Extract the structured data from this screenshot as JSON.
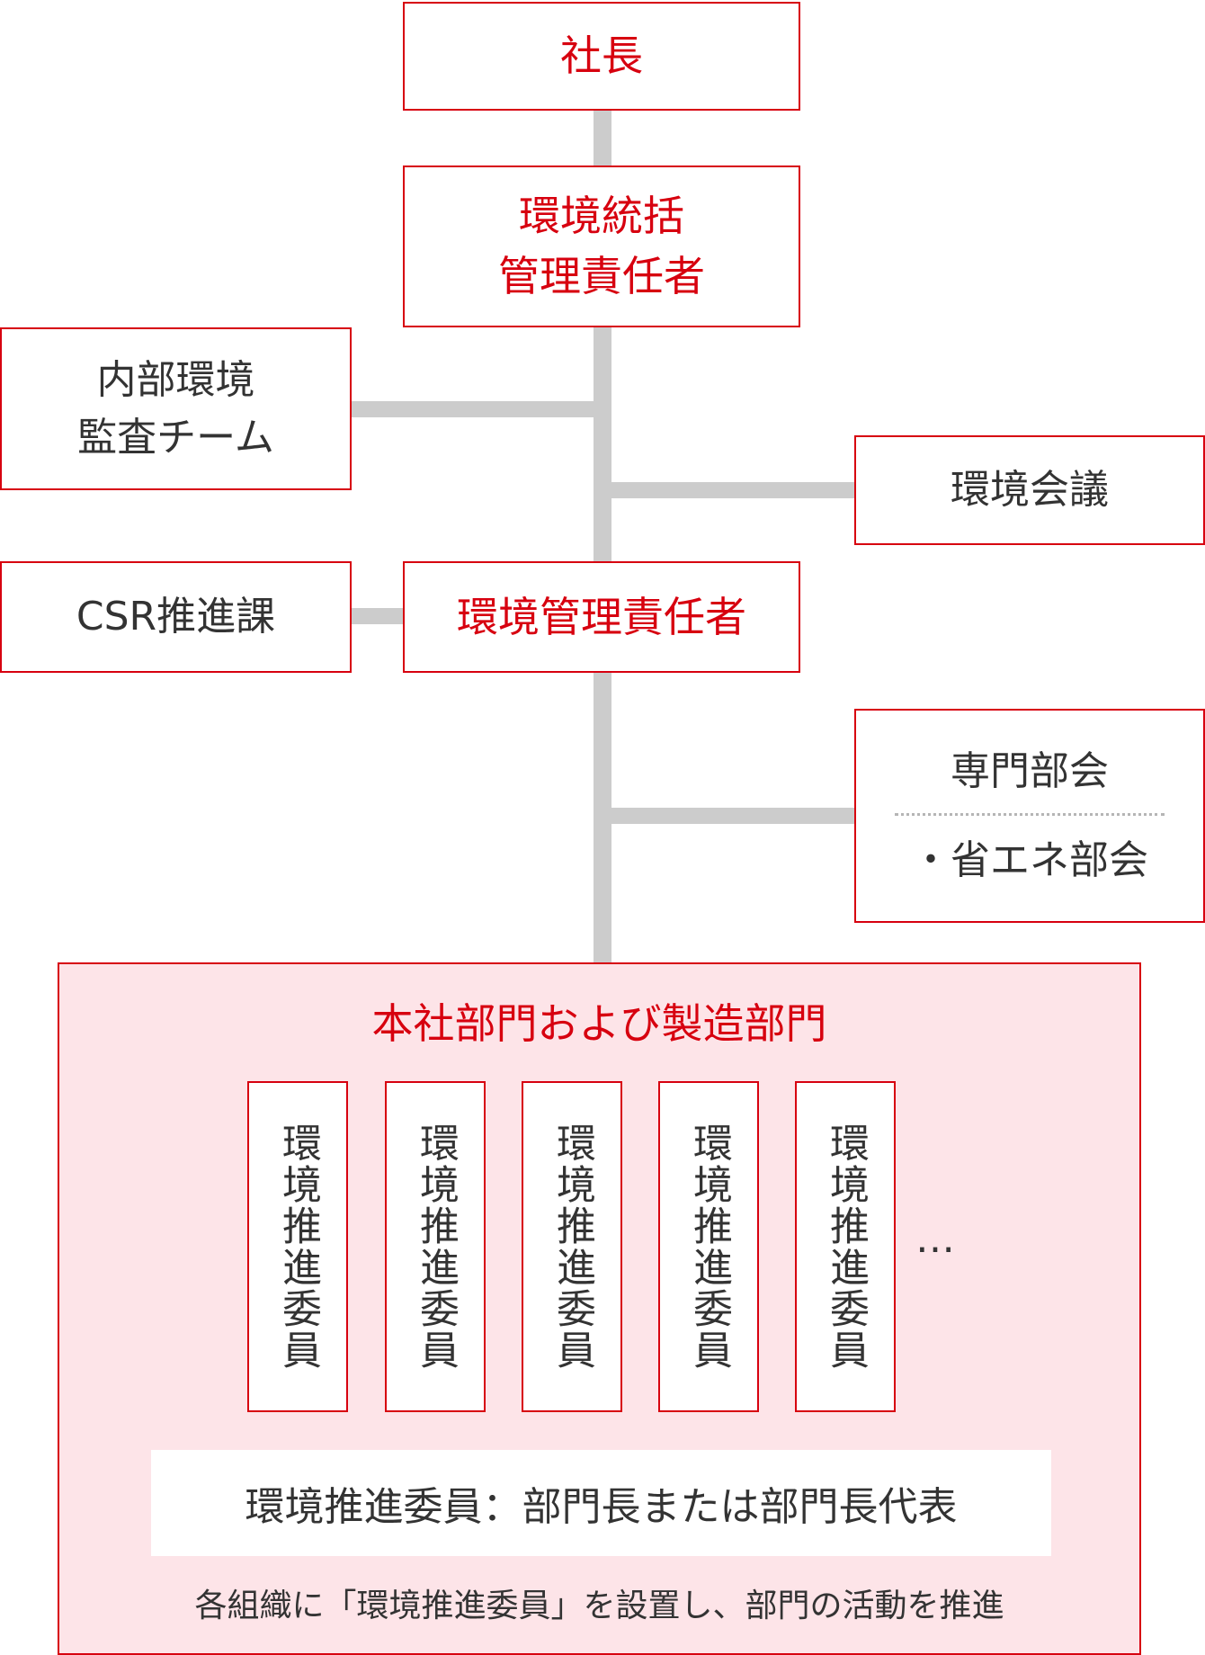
{
  "colors": {
    "accent": "#d7000f",
    "connector": "#cccccc",
    "panel_bg": "#fde4e8",
    "text": "#333333"
  },
  "president": "社長",
  "general_manager": {
    "line1": "環境統括",
    "line2": "管理責任者"
  },
  "internal_audit": {
    "line1": "内部環境",
    "line2": "監査チーム"
  },
  "env_council": "環境会議",
  "csr": "CSR推進課",
  "env_manager": "環境管理責任者",
  "committee": {
    "title": "専門部会",
    "item": "・省エネ部会"
  },
  "departments": {
    "title": "本社部門および製造部門",
    "members": [
      "環境推進委員",
      "環境推進委員",
      "環境推進委員",
      "環境推進委員",
      "環境推進委員"
    ],
    "ellipsis": "…",
    "definition": "環境推進委員：部門長または部門長代表",
    "note": "各組織に「環境推進委員」を設置し、部門の活動を推進"
  }
}
